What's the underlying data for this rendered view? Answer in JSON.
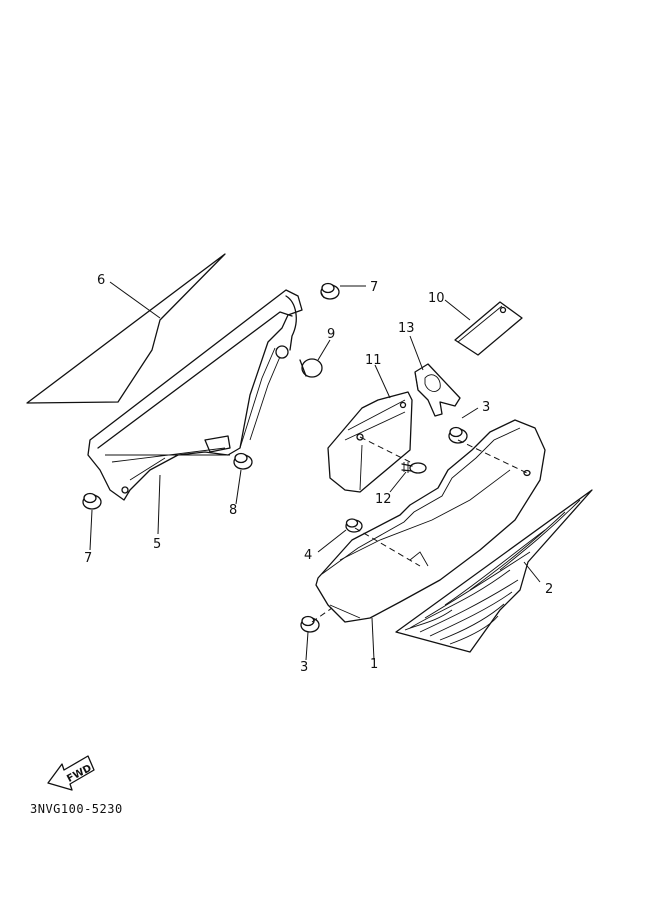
{
  "diagram": {
    "code": "3NVG100-5230",
    "fwd_label": "FWD",
    "callouts": {
      "c1": "1",
      "c2": "2",
      "c3a": "3",
      "c3b": "3",
      "c4": "4",
      "c5": "5",
      "c6": "6",
      "c7a": "7",
      "c7b": "7",
      "c8": "8",
      "c9": "9",
      "c10": "10",
      "c11": "11",
      "c12": "12",
      "c13": "13"
    }
  }
}
